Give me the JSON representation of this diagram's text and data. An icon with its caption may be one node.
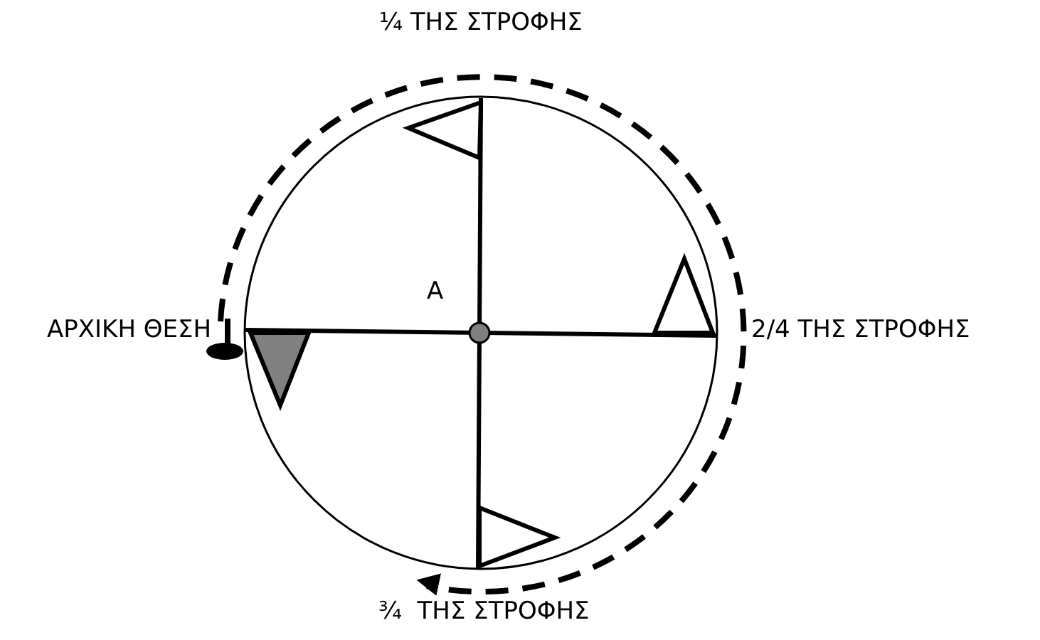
{
  "diagram": {
    "labels": [
      "¼ ΤΗΣ ΣΤΡΟΦΗΣ",
      "Α",
      "ΑΡΧΙΚΗ ΘΕΣΗ",
      "2/4 ΤΗΣ ΣΤΡΟΦΗΣ",
      "¾  ΤΗΣ ΣΤΡΟΦΗΣ"
    ]
  }
}
